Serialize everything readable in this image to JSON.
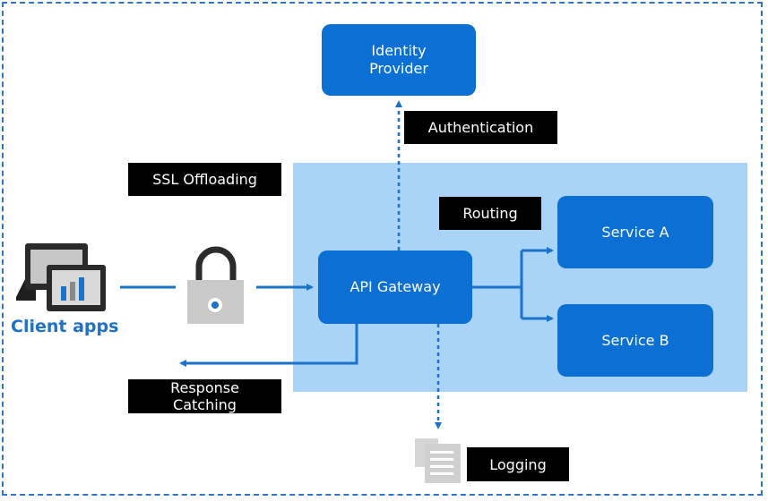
{
  "nodes": {
    "identity_provider": {
      "line1": "Identity",
      "line2": "Provider"
    },
    "api_gateway": "API Gateway",
    "service_a": "Service A",
    "service_b": "Service B"
  },
  "labels": {
    "authentication": "Authentication",
    "ssl_offloading": "SSL Offloading",
    "routing": "Routing",
    "response_catching": {
      "line1": "Response",
      "line2": "Catching"
    },
    "logging": "Logging",
    "client_apps": "Client apps"
  },
  "colors": {
    "box_blue": "#0b6fd4",
    "region_light_blue": "#a9d3f7",
    "arrow_blue": "#1a72c9",
    "label_bg": "#000000"
  },
  "icons": [
    "client-devices-icon",
    "padlock-icon",
    "log-document-icon"
  ]
}
